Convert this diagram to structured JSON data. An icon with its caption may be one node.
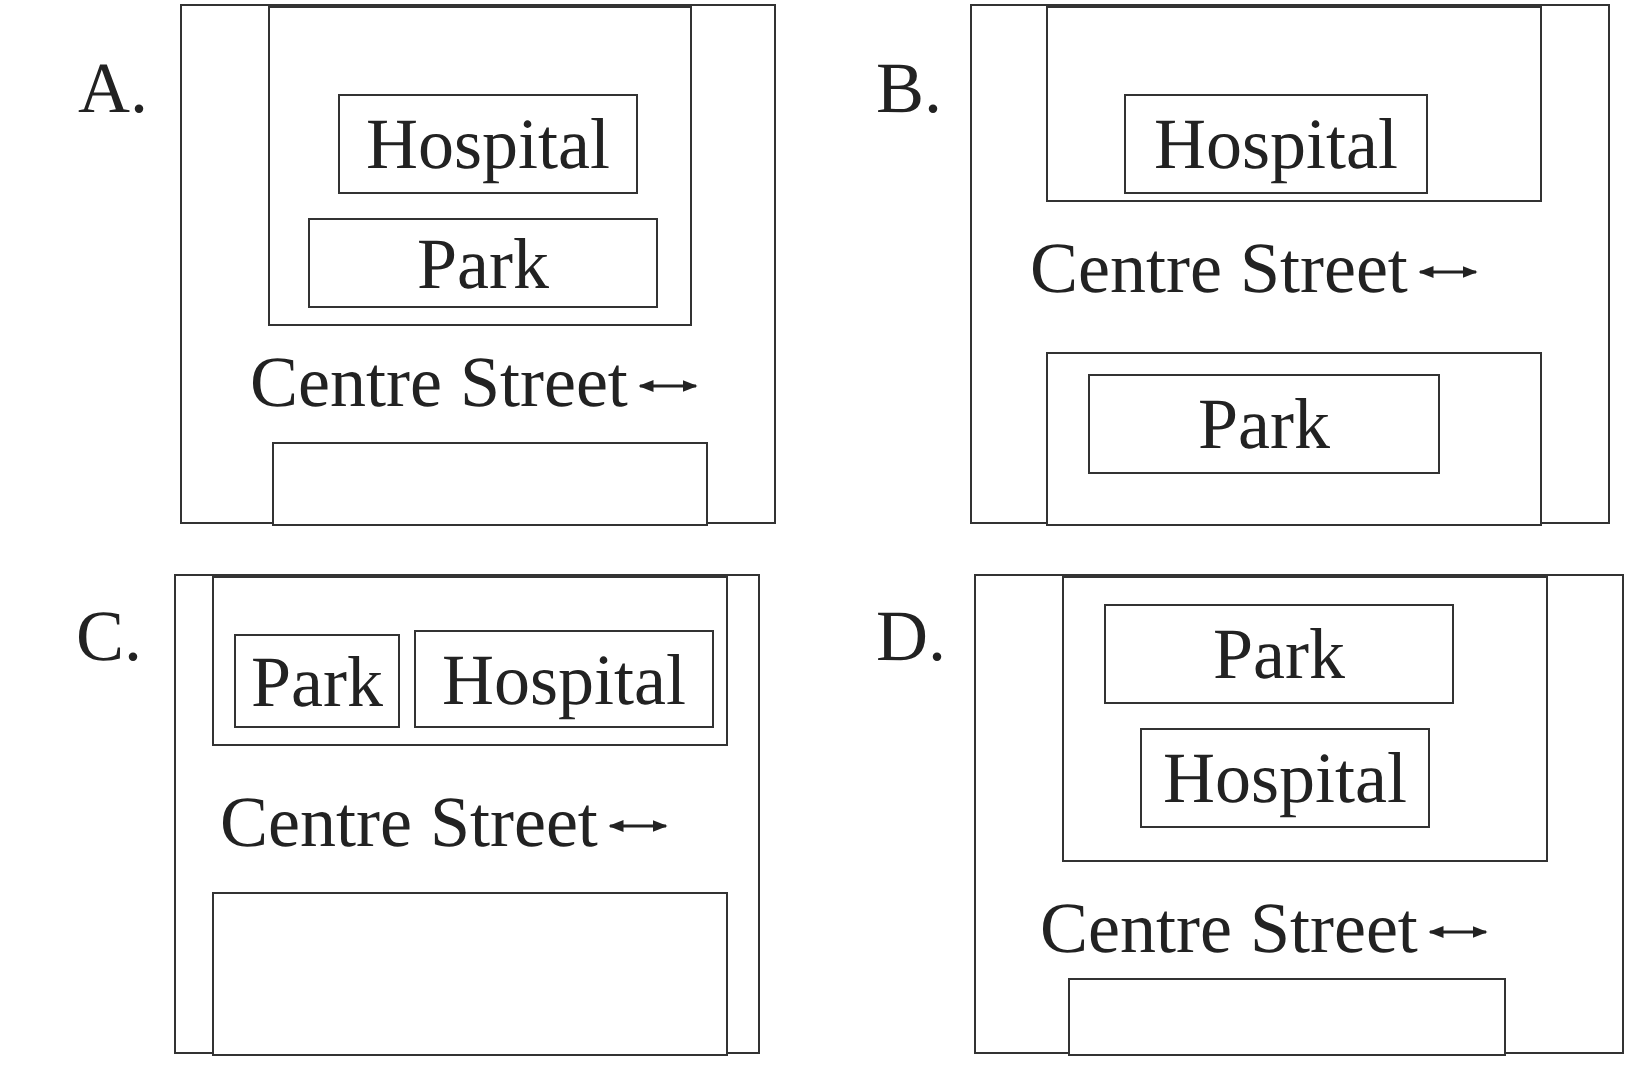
{
  "diagram": {
    "nodes": [
      {
        "text": [
          "A."
        ]
      },
      {
        "text": [],
        "shape": "box",
        "in": 0
      },
      {
        "text": [
          "Hospital"
        ],
        "in": 1
      },
      {
        "text": [
          "Park"
        ],
        "in": 1
      },
      {
        "text": [],
        "shape": "box",
        "in": 0
      },
      {
        "text": [
          "B."
        ]
      },
      {
        "text": [],
        "shape": "box",
        "in": 5
      },
      {
        "text": [
          "Hospital"
        ],
        "in": 6
      },
      {
        "text": [],
        "shape": "box",
        "in": 5
      },
      {
        "text": [
          "Park"
        ],
        "in": 8
      },
      {
        "text": [
          "C."
        ]
      },
      {
        "text": [],
        "shape": "box",
        "in": 10
      },
      {
        "text": [
          "Park"
        ],
        "in": 11
      },
      {
        "text": [
          "Hospital"
        ],
        "in": 11
      },
      {
        "text": [],
        "shape": "box",
        "in": 10
      },
      {
        "text": [
          "D."
        ]
      },
      {
        "text": [],
        "shape": "box",
        "in": 15
      },
      {
        "text": [
          "Park"
        ],
        "in": 16
      },
      {
        "text": [
          "Hospital"
        ],
        "in": 16
      },
      {
        "text": [],
        "shape": "box",
        "in": 15
      }
    ],
    "labels": [
      "Centre Street",
      "Centre Street",
      "Centre Street",
      "Centre Street"
    ]
  }
}
